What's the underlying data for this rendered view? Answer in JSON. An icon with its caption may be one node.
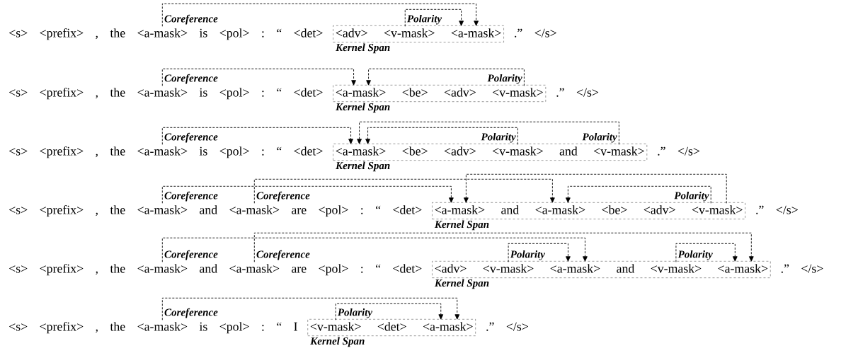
{
  "diagram": {
    "nodes": [
      {
        "text": [
          "<a-mask>"
        ]
      },
      {
        "text": [],
        "shape": "box",
        "beside": [
          "Kernel Span"
        ]
      },
      {
        "text": [
          "<adv>"
        ],
        "in": 1
      },
      {
        "text": [
          "<v-mask>"
        ],
        "in": 1
      },
      {
        "text": [
          "<a-mask>"
        ],
        "in": 1
      },
      {
        "text": [
          "<a-mask>"
        ]
      },
      {
        "text": [],
        "shape": "box",
        "beside": [
          "Kernel Span"
        ]
      },
      {
        "text": [
          "<a-mask>"
        ],
        "in": 6
      },
      {
        "text": [
          "<be>"
        ],
        "in": 6
      },
      {
        "text": [
          "<adv>"
        ],
        "in": 6
      },
      {
        "text": [
          "<v-mask>"
        ],
        "in": 6
      },
      {
        "text": [
          "<a-mask>"
        ]
      },
      {
        "text": [],
        "shape": "box",
        "beside": [
          "Kernel Span"
        ]
      },
      {
        "text": [
          "<a-mask>"
        ],
        "in": 12
      },
      {
        "text": [
          "<be>"
        ],
        "in": 12
      },
      {
        "text": [
          "<adv>"
        ],
        "in": 12
      },
      {
        "text": [
          "<v-mask>"
        ],
        "in": 12
      },
      {
        "text": [
          "and"
        ],
        "in": 12
      },
      {
        "text": [
          "<v-mask>"
        ],
        "in": 12
      },
      {
        "text": [
          "<a-mask>"
        ]
      },
      {
        "text": [
          "<a-mask>"
        ]
      },
      {
        "text": [],
        "shape": "box",
        "beside": [
          "Kernel Span"
        ]
      },
      {
        "text": [
          "<a-mask>"
        ],
        "in": 21
      },
      {
        "text": [
          "and"
        ],
        "in": 21
      },
      {
        "text": [
          "<a-mask>"
        ],
        "in": 21
      },
      {
        "text": [
          "<be>"
        ],
        "in": 21
      },
      {
        "text": [
          "<adv>"
        ],
        "in": 21
      },
      {
        "text": [
          "<v-mask>"
        ],
        "in": 21
      },
      {
        "text": [
          "<a-mask>"
        ]
      },
      {
        "text": [
          "<a-mask>"
        ]
      },
      {
        "text": [],
        "shape": "box",
        "beside": [
          "Kernel Span"
        ]
      },
      {
        "text": [
          "<adv>"
        ],
        "in": 30
      },
      {
        "text": [
          "<v-mask>"
        ],
        "in": 30
      },
      {
        "text": [
          "<a-mask>"
        ],
        "in": 30
      },
      {
        "text": [
          "and"
        ],
        "in": 30
      },
      {
        "text": [
          "<v-mask>"
        ],
        "in": 30
      },
      {
        "text": [
          "<a-mask>"
        ],
        "in": 30
      },
      {
        "text": [
          "<a-mask>"
        ]
      },
      {
        "text": [],
        "shape": "box",
        "beside": [
          "Kernel Span"
        ]
      },
      {
        "text": [
          "<v-mask>"
        ],
        "in": 38
      },
      {
        "text": [
          "<det>"
        ],
        "in": 38
      },
      {
        "text": [
          "<a-mask>"
        ],
        "in": 38
      }
    ],
    "edges": [
      {
        "from": 0,
        "to": 4,
        "arrow": "to",
        "label": "Coreference"
      },
      {
        "from": 3,
        "to": 4,
        "arrow": "to",
        "label": "Polarity"
      },
      {
        "from": 5,
        "to": 7,
        "arrow": "to",
        "label": "Coreference"
      },
      {
        "from": 10,
        "to": 7,
        "arrow": "to",
        "label": "Polarity"
      },
      {
        "from": 11,
        "to": 13,
        "arrow": "to",
        "label": "Coreference"
      },
      {
        "from": 16,
        "to": 13,
        "arrow": "to",
        "label": "Polarity"
      },
      {
        "from": 18,
        "to": 13,
        "arrow": "to",
        "label": "Polarity"
      },
      {
        "from": 19,
        "to": 22,
        "arrow": "to",
        "label": "Coreference"
      },
      {
        "from": 20,
        "to": 24,
        "arrow": "to",
        "label": "Coreference"
      },
      {
        "from": 27,
        "to": 24,
        "arrow": "to",
        "label": "Polarity"
      },
      {
        "from": 27,
        "to": 22,
        "arrow": "to"
      },
      {
        "from": 28,
        "to": 33,
        "arrow": "to",
        "label": "Coreference"
      },
      {
        "from": 29,
        "to": 36,
        "arrow": "to",
        "label": "Coreference"
      },
      {
        "from": 32,
        "to": 33,
        "arrow": "to",
        "label": "Polarity"
      },
      {
        "from": 35,
        "to": 36,
        "arrow": "to",
        "label": "Polarity"
      },
      {
        "from": 37,
        "to": 41,
        "arrow": "to",
        "label": "Coreference"
      },
      {
        "from": 39,
        "to": 41,
        "arrow": "to",
        "label": "Polarity"
      }
    ],
    "labels": [
      "<s>",
      "<prefix>",
      ",",
      "the",
      "is",
      "<pol>",
      ":",
      "“",
      "<det>",
      ".”",
      "</s>",
      "<s>",
      "<prefix>",
      ",",
      "the",
      "is",
      "<pol>",
      ":",
      "“",
      "<det>",
      ".”",
      "</s>",
      "<s>",
      "<prefix>",
      ",",
      "the",
      "is",
      "<pol>",
      ":",
      "“",
      "<det>",
      ".”",
      "</s>",
      "<s>",
      "<prefix>",
      ",",
      "the",
      "and",
      "are",
      "<pol>",
      ":",
      "“",
      "<det>",
      ".”",
      "</s>",
      "<s>",
      "<prefix>",
      ",",
      "the",
      "and",
      "are",
      "<pol>",
      ":",
      "“",
      "<det>",
      ".”",
      "</s>",
      "<s>",
      "<prefix>",
      ",",
      "the",
      "is",
      "<pol>",
      ":",
      "“",
      "I",
      ".”",
      "</s>"
    ]
  }
}
